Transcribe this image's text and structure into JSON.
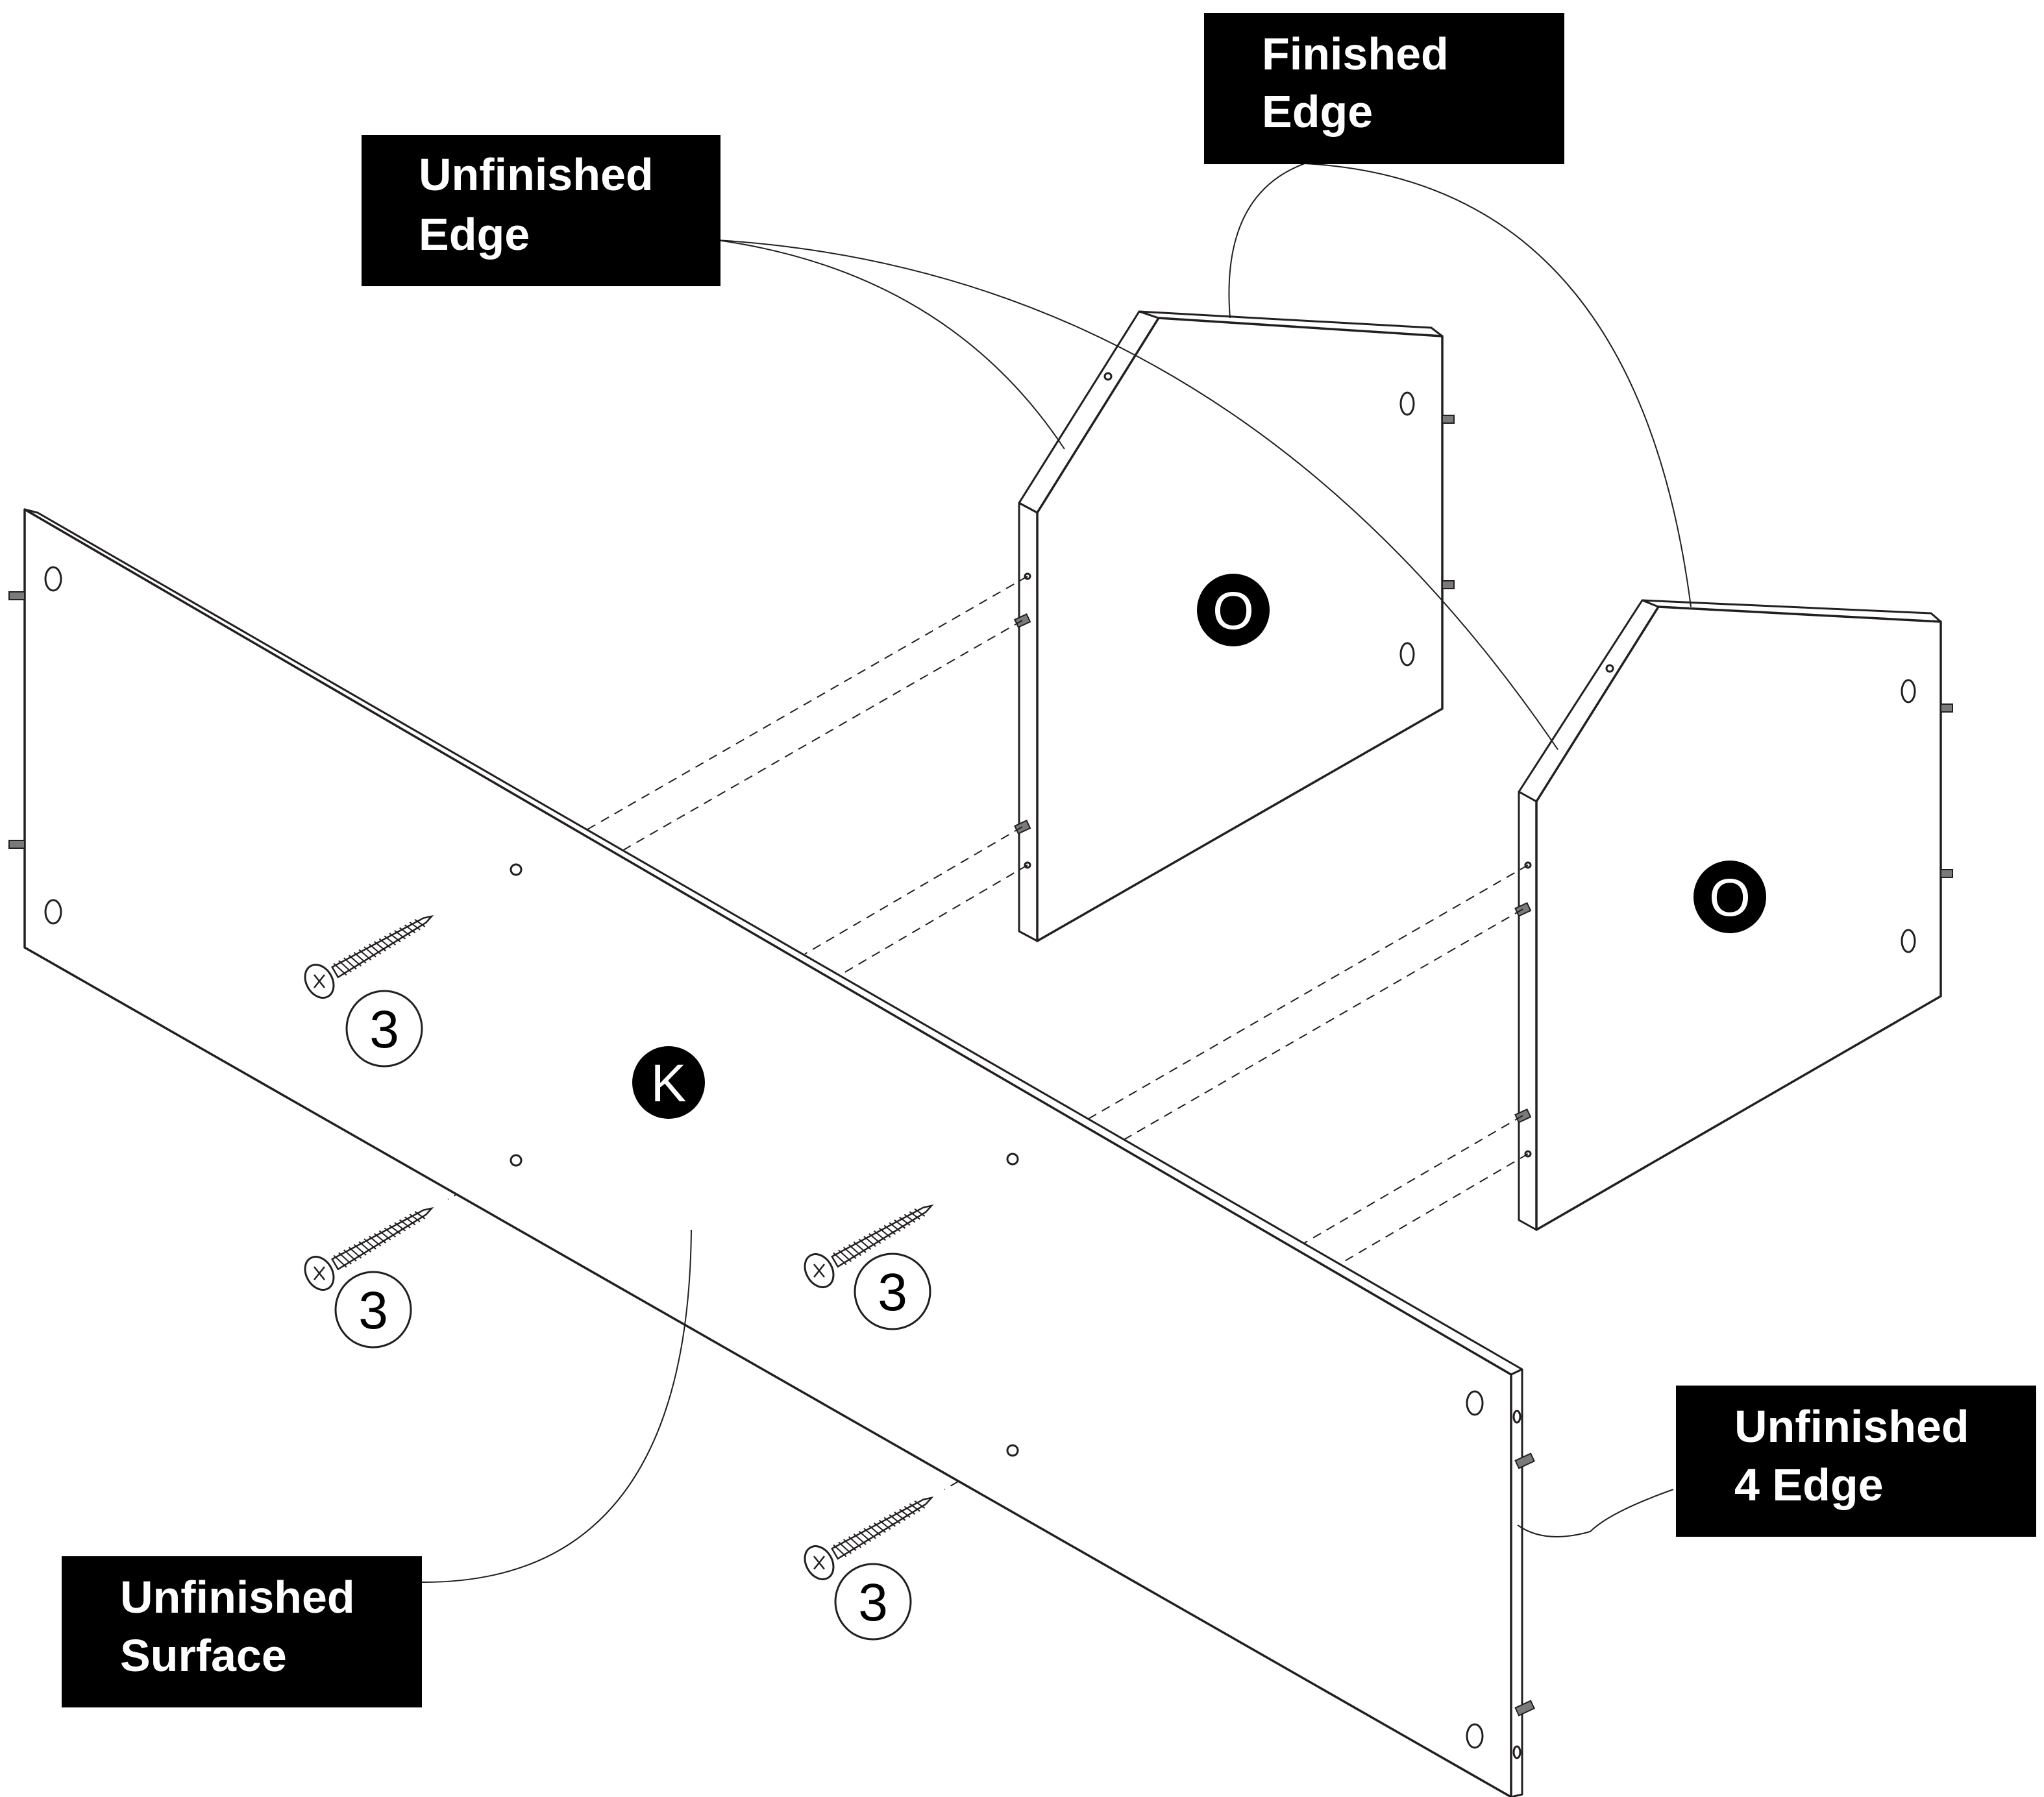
{
  "colors": {
    "ink": "#231f20",
    "label_bg": "#000000",
    "label_text": "#ffffff",
    "paper": "#ffffff"
  },
  "callouts": {
    "unfinished_edge": {
      "line1": "Unfinished",
      "line2": "Edge"
    },
    "finished_edge": {
      "line1": "Finished",
      "line2": "Edge"
    },
    "unfinished_4_edge": {
      "line1": "Unfinished",
      "line2": "4 Edge"
    },
    "unfinished_surface": {
      "line1": "Unfinished",
      "line2": "Surface"
    }
  },
  "parts": {
    "panel_k": "K",
    "panel_o_left": "O",
    "panel_o_right": "O"
  },
  "hardware": {
    "screw_label": "3",
    "screw_count": 4
  }
}
